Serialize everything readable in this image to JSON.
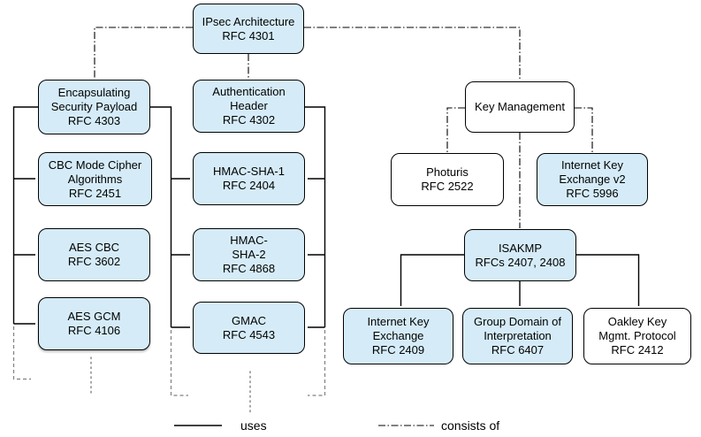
{
  "colors": {
    "line": "#000000",
    "continuation_gray": "#808080",
    "node_fill": "#d5ecf8",
    "node_alt_fill": "#ffffff",
    "background": "#ffffff"
  },
  "nodes": {
    "ipsec": {
      "lines": [
        "IPsec Architecture",
        "RFC 4301"
      ]
    },
    "esp": {
      "lines": [
        "Encapsulating",
        "Security Payload",
        "RFC 4303"
      ]
    },
    "ah": {
      "lines": [
        "Authentication",
        "Header",
        "RFC 4302"
      ]
    },
    "km": {
      "lines": [
        "Key Management"
      ]
    },
    "cbc": {
      "lines": [
        "CBC Mode Cipher",
        "Algorithms",
        "RFC 2451"
      ]
    },
    "hmacsha1": {
      "lines": [
        "HMAC-SHA-1",
        "RFC 2404"
      ]
    },
    "photuris": {
      "lines": [
        "Photuris",
        "RFC 2522"
      ]
    },
    "ikev2": {
      "lines": [
        "Internet Key",
        "Exchange v2",
        "RFC 5996"
      ]
    },
    "aescbc": {
      "lines": [
        "AES CBC",
        "RFC 3602"
      ]
    },
    "hmacsha2": {
      "lines": [
        "HMAC-",
        "SHA-2",
        "RFC 4868"
      ]
    },
    "isakmp": {
      "lines": [
        "ISAKMP",
        "RFCs 2407, 2408"
      ]
    },
    "aesgcm": {
      "lines": [
        "AES GCM",
        "RFC 4106"
      ]
    },
    "gmac": {
      "lines": [
        "GMAC",
        "RFC 4543"
      ]
    },
    "ike": {
      "lines": [
        "Internet Key",
        "Exchange",
        "RFC 2409"
      ]
    },
    "gdoi": {
      "lines": [
        "Group Domain of",
        "Interpretation",
        "RFC 6407"
      ]
    },
    "oakley": {
      "lines": [
        "Oakley Key",
        "Mgmt. Protocol",
        "RFC 2412"
      ]
    }
  },
  "legend": {
    "uses": "uses",
    "consists_of": "consists of"
  }
}
